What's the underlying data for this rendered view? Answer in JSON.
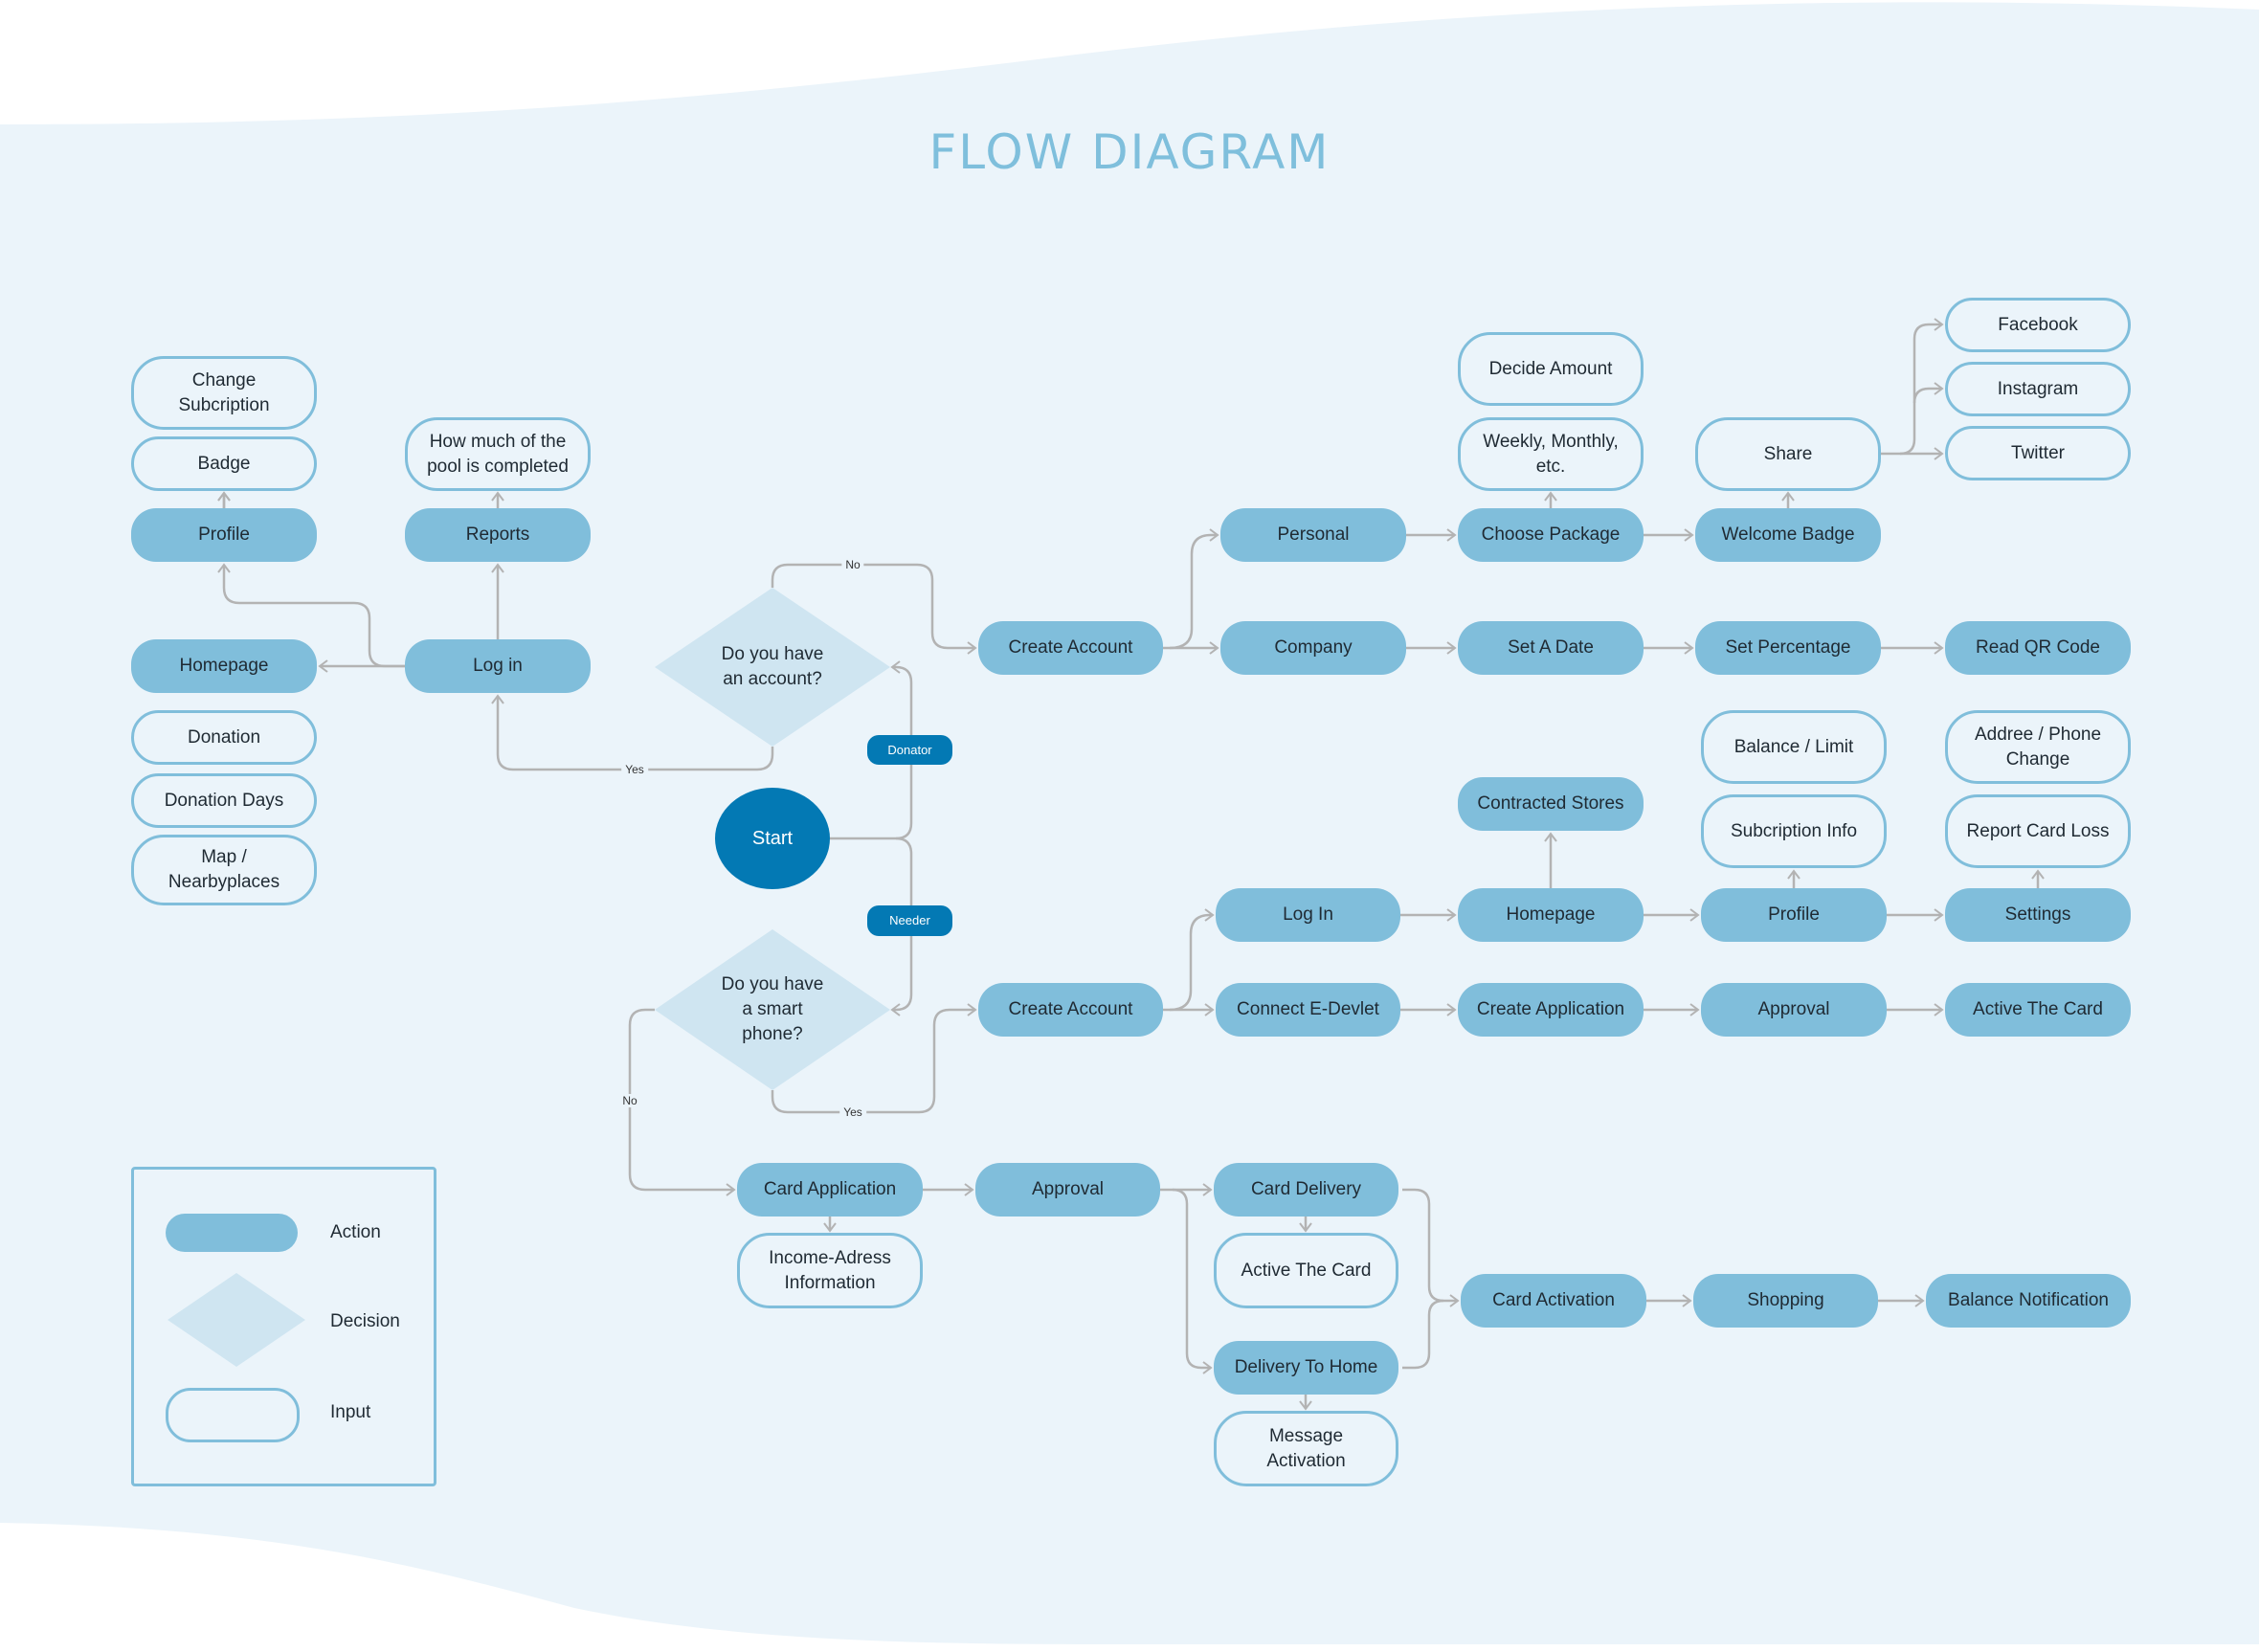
{
  "title": "FLOW DIAGRAM",
  "colors": {
    "background": "#ebf4fa",
    "action": "#80bedb",
    "decision": "#cfe5f1",
    "input_border": "#80bedb",
    "start": "#0379b4",
    "connector": "#b3b3b3",
    "title": "#7fbfdc",
    "text": "#1f2a33"
  },
  "nodes": {
    "change_subscription": "Change\nSubcription",
    "badge": "Badge",
    "profile_left": "Profile",
    "pool_completed": "How much of the\npool is completed",
    "reports": "Reports",
    "homepage_left": "Homepage",
    "login_left": "Log in",
    "donation": "Donation",
    "donation_days": "Donation Days",
    "map_nearby": "Map /\nNearbyplaces",
    "decision_account": "Do you have\nan account?",
    "start": "Start",
    "donator": "Donator",
    "needer": "Needer",
    "decision_phone": "Do you have\na smart\nphone?",
    "create_account_top": "Create Account",
    "personal": "Personal",
    "company": "Company",
    "decide_amount": "Decide Amount",
    "weekly_monthly": "Weekly, Monthly,\netc.",
    "choose_package": "Choose Package",
    "set_a_date": "Set A Date",
    "share": "Share",
    "welcome_badge": "Welcome Badge",
    "set_percentage": "Set Percentage",
    "facebook": "Facebook",
    "instagram": "Instagram",
    "twitter": "Twitter",
    "read_qr_code": "Read QR Code",
    "create_account_bottom": "Create Account",
    "log_in_needer": "Log In",
    "connect_edevlet": "Connect E-Devlet",
    "contracted_stores": "Contracted Stores",
    "homepage_needer": "Homepage",
    "create_application": "Create Application",
    "balance_limit": "Balance / Limit",
    "subscription_info": "Subcription Info",
    "profile_needer": "Profile",
    "approval_app": "Approval",
    "address_phone_change": "Addree / Phone\nChange",
    "report_card_loss": "Report Card Loss",
    "settings": "Settings",
    "active_the_card_app": "Active The Card",
    "card_application": "Card Application",
    "income_address_info": "Income-Adress\nInformation",
    "approval_card": "Approval",
    "card_delivery": "Card Delivery",
    "active_the_card_input": "Active The Card",
    "delivery_to_home": "Delivery To Home",
    "message_activation": "Message\nActivation",
    "card_activation": "Card Activation",
    "shopping": "Shopping",
    "balance_notification": "Balance Notification"
  },
  "edge_labels": {
    "account_no": "No",
    "account_yes": "Yes",
    "phone_no": "No",
    "phone_yes": "Yes"
  },
  "legend": {
    "action": "Action",
    "decision": "Decision",
    "input": "Input"
  }
}
